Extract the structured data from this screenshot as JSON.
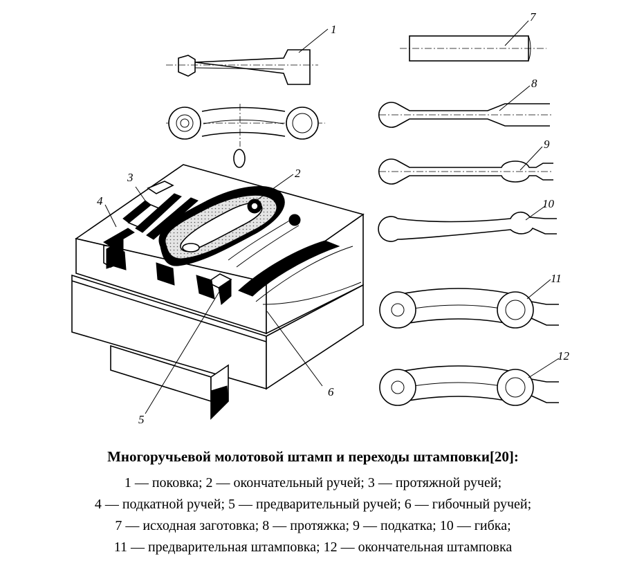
{
  "figure": {
    "labels": [
      "1",
      "2",
      "3",
      "4",
      "5",
      "6",
      "7",
      "8",
      "9",
      "10",
      "11",
      "12"
    ]
  },
  "caption": {
    "title": "Многоручьевой молотовой штамп и переходы штамповки[20]:",
    "lines": [
      "1 — поковка; 2 — окончательный ручей; 3 — протяжной ручей;",
      "4 — подкатной ручей; 5 — предварительный ручей; 6 — гибочный ручей;",
      "7 — исходная заготовка; 8 — протяжка; 9 — подкатка; 10 — гибка;",
      "11 — предварительная штамповка; 12 — окончательная штамповка"
    ]
  }
}
